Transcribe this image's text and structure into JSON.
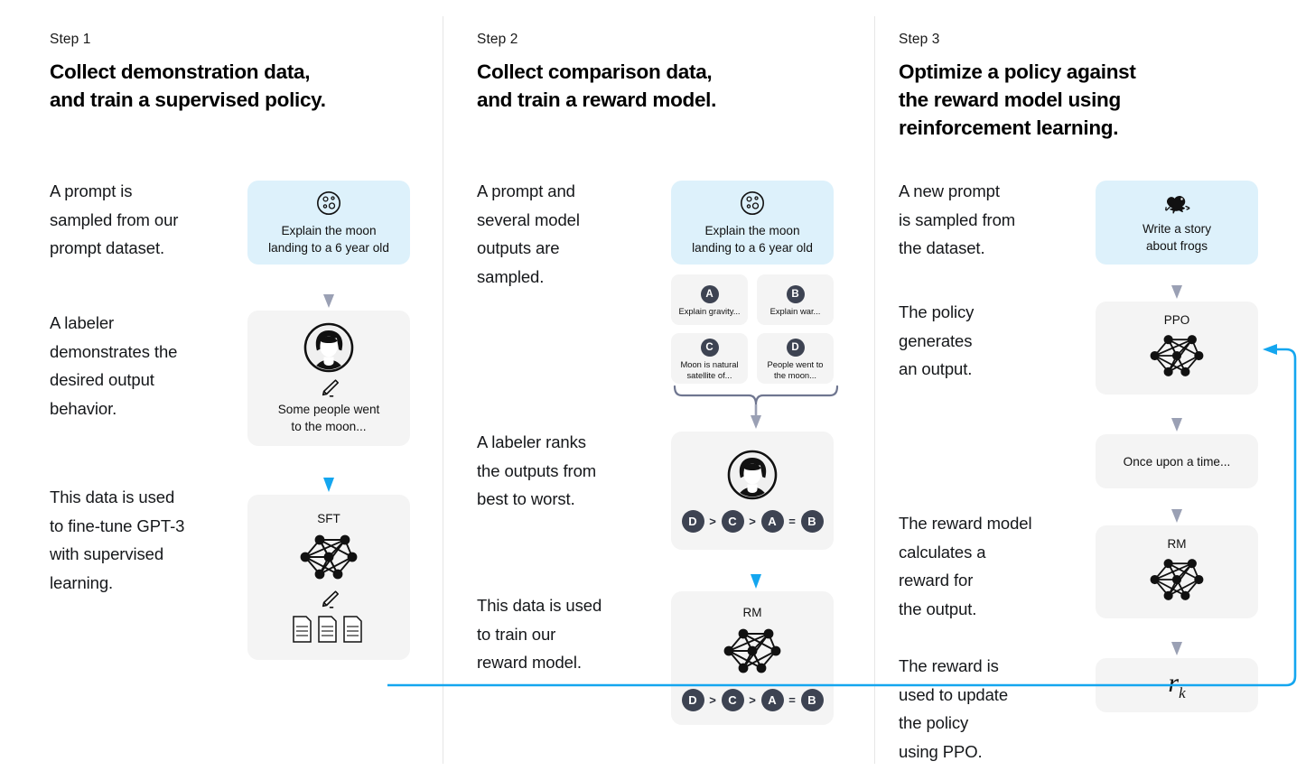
{
  "columns": [
    {
      "step_label": "Step 1",
      "title": "Collect demonstration data,\nand train a supervised policy.",
      "paragraphs": [
        "A prompt is\nsampled from our\nprompt dataset.",
        "A labeler\ndemonstrates the\ndesired output\nbehavior.",
        "This data is used\nto fine-tune GPT-3\nwith supervised\nlearning."
      ],
      "boxes": [
        {
          "icon": "moon-icon",
          "caption": "Explain the moon\nlanding to a 6 year old",
          "style": "blue"
        },
        {
          "icon": "labeler-avatar-icon",
          "sub_icon": "pencil-icon",
          "caption": "Some people went\nto the moon...",
          "style": "gray"
        },
        {
          "icon": "neural-network-icon",
          "title": "SFT",
          "sub_icon": "pencil-icon",
          "extra_icon": "documents-icon",
          "style": "gray"
        }
      ]
    },
    {
      "step_label": "Step 2",
      "title": "Collect comparison data,\nand train a reward model.",
      "paragraphs": [
        "A prompt and\nseveral model\noutputs are\nsampled.",
        "A labeler ranks\nthe outputs from\nbest to worst.",
        "This data is used\nto train our\nreward model."
      ],
      "boxes": [
        {
          "icon": "moon-icon",
          "caption": "Explain the moon\nlanding to a 6 year old",
          "style": "blue"
        },
        {
          "icon": "labeler-avatar-icon",
          "ranking": [
            "D",
            ">",
            "C",
            ">",
            "A",
            "=",
            "B"
          ],
          "style": "gray"
        },
        {
          "icon": "neural-network-icon",
          "title": "RM",
          "ranking": [
            "D",
            ">",
            "C",
            ">",
            "A",
            "=",
            "B"
          ],
          "style": "gray"
        }
      ],
      "options": [
        {
          "badge": "A",
          "text": "Explain gravity..."
        },
        {
          "badge": "B",
          "text": "Explain war..."
        },
        {
          "badge": "C",
          "text": "Moon is natural\nsatellite of..."
        },
        {
          "badge": "D",
          "text": "People went to\nthe moon..."
        }
      ]
    },
    {
      "step_label": "Step 3",
      "title": "Optimize a policy against\nthe reward model using\nreinforcement learning.",
      "paragraphs": [
        "A new prompt\nis sampled from\nthe dataset.",
        "The policy\ngenerates\nan output.",
        "The reward model\ncalculates a\nreward for\nthe output.",
        "The reward is\nused to update\nthe policy\nusing PPO."
      ],
      "boxes": [
        {
          "icon": "frog-icon",
          "caption": "Write a story\nabout frogs",
          "style": "blue"
        },
        {
          "icon": "neural-network-icon",
          "title": "PPO",
          "style": "gray"
        },
        {
          "caption": "Once upon a time...",
          "style": "gray"
        },
        {
          "icon": "neural-network-icon",
          "title": "RM",
          "style": "gray"
        },
        {
          "formula": "r",
          "formula_sub": "k",
          "style": "gray"
        }
      ]
    }
  ],
  "colors": {
    "blue_box": "#ddf1fb",
    "gray_box": "#f4f4f4",
    "accent_blue": "#14a6ef",
    "arrow_gray": "#9aa0b4",
    "badge": "#3d4352",
    "divider": "#e6e6e6"
  }
}
